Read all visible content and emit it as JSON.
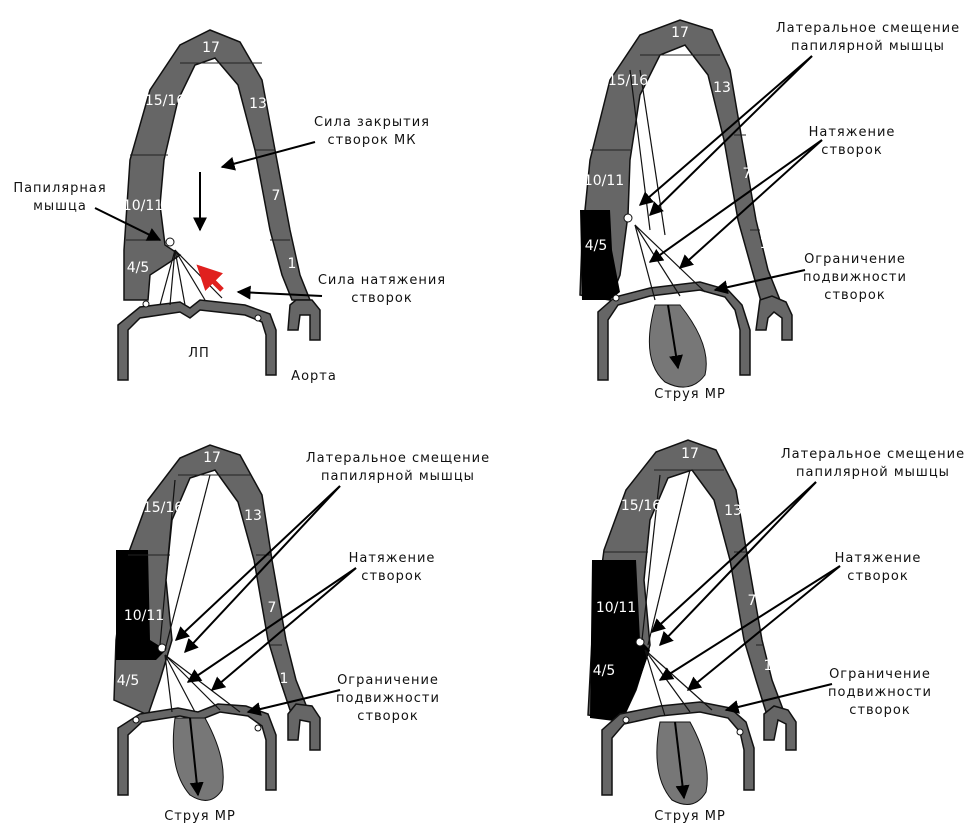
{
  "colors": {
    "wall": "#666666",
    "scar": "#000000",
    "arrow": "#000000",
    "force_arrow": "#e0201e",
    "jet": "#777777"
  },
  "panels": [
    {
      "segments": {
        "s17": "17",
        "s15_16": "15/16",
        "s13": "13",
        "s10_11": "10/11",
        "s7": "7",
        "s4_5": "4/5",
        "s1": "1"
      },
      "labels": {
        "papillary": [
          "Папилярная",
          "мышца"
        ],
        "closing_force": [
          "Сила закрытия",
          "створок МК"
        ],
        "tension_force": [
          "Сила натяжения",
          "створок"
        ],
        "la": "ЛП",
        "aorta": "Аорта"
      }
    },
    {
      "segments": {
        "s17": "17",
        "s15_16": "15/16",
        "s13": "13",
        "s10_11": "10/11",
        "s7": "7",
        "s4_5": "4/5",
        "s1": "1"
      },
      "labels": {
        "lateral": [
          "Латеральное смещение",
          "папилярной мышцы"
        ],
        "tethering": [
          "Натяжение",
          "створок"
        ],
        "restriction": [
          "Ограничение",
          "подвижности",
          "створок"
        ],
        "jet": "Струя МР"
      }
    },
    {
      "segments": {
        "s17": "17",
        "s15_16": "15/16",
        "s13": "13",
        "s10_11": "10/11",
        "s7": "7",
        "s4_5": "4/5",
        "s1": "1"
      },
      "labels": {
        "lateral": [
          "Латеральное смещение",
          "папилярной мышцы"
        ],
        "tethering": [
          "Натяжение",
          "створок"
        ],
        "restriction": [
          "Ограничение",
          "подвижности",
          "створок"
        ],
        "jet": "Струя МР"
      }
    },
    {
      "segments": {
        "s17": "17",
        "s15_16": "15/16",
        "s13": "13",
        "s10_11": "10/11",
        "s7": "7",
        "s4_5": "4/5",
        "s1": "1"
      },
      "labels": {
        "lateral": [
          "Латеральное смещение",
          "папилярной мышцы"
        ],
        "tethering": [
          "Натяжение",
          "створок"
        ],
        "restriction": [
          "Ограничение",
          "подвижности",
          "створок"
        ],
        "jet": "Струя МР"
      }
    }
  ]
}
